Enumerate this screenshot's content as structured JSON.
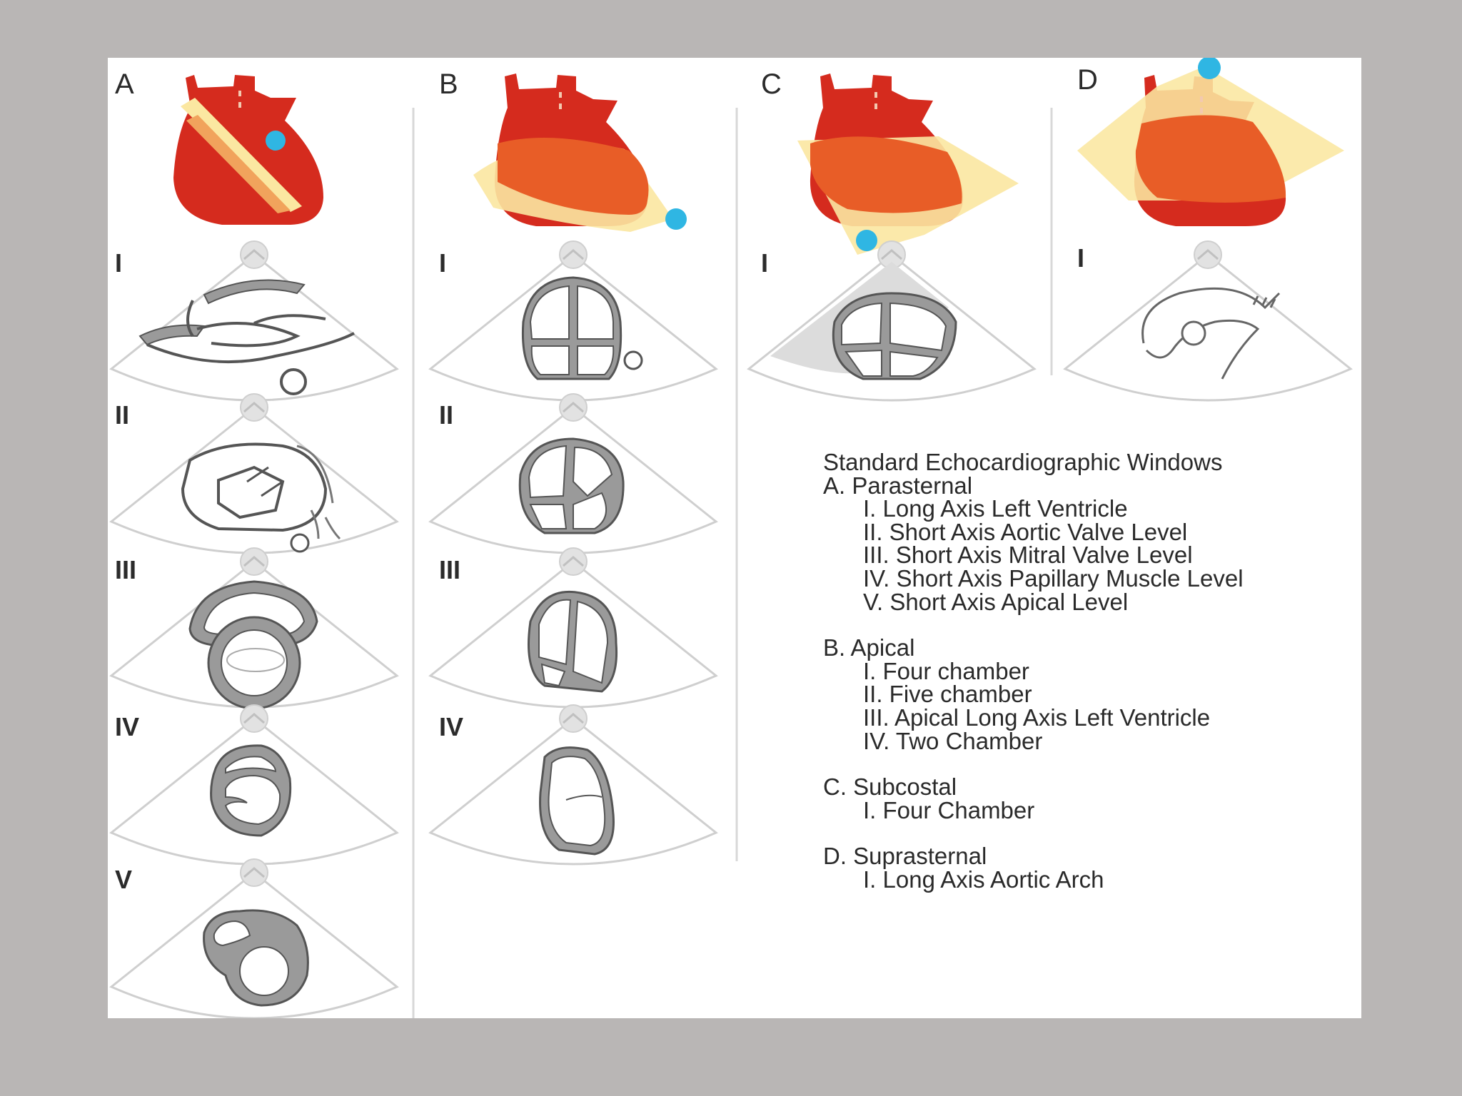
{
  "panels": [
    {
      "letter": "A",
      "numerals": [
        "I",
        "II",
        "III",
        "IV",
        "V"
      ]
    },
    {
      "letter": "B",
      "numerals": [
        "I",
        "II",
        "III",
        "IV"
      ]
    },
    {
      "letter": "C",
      "numerals": [
        "I"
      ]
    },
    {
      "letter": "D",
      "numerals": [
        "I"
      ]
    }
  ],
  "legend": {
    "title": "Standard Echocardiographic Windows",
    "groups": [
      {
        "heading": "A. Parasternal",
        "items": [
          "I.  Long Axis Left Ventricle",
          "II.  Short Axis Aortic Valve Level",
          "III. Short Axis Mitral Valve Level",
          "IV. Short Axis Papillary Muscle Level",
          "V.  Short Axis Apical Level"
        ]
      },
      {
        "heading": "B. Apical",
        "items": [
          "I.   Four chamber",
          "II.  Five chamber",
          "III. Apical Long Axis Left Ventricle",
          "IV. Two Chamber"
        ]
      },
      {
        "heading": "C. Subcostal",
        "items": [
          "I.   Four Chamber"
        ]
      },
      {
        "heading": "D. Suprasternal",
        "items": [
          "I.  Long Axis Aortic Arch"
        ]
      }
    ]
  },
  "colors": {
    "background": "#b9b6b5",
    "panel": "#ffffff",
    "heart_red": "#d52b1e",
    "heart_orange": "#e85d27",
    "plane_yellow": "#fbe7a1",
    "probe_blue": "#2fb6e3",
    "tissue_gray": "#9a9a9a"
  }
}
